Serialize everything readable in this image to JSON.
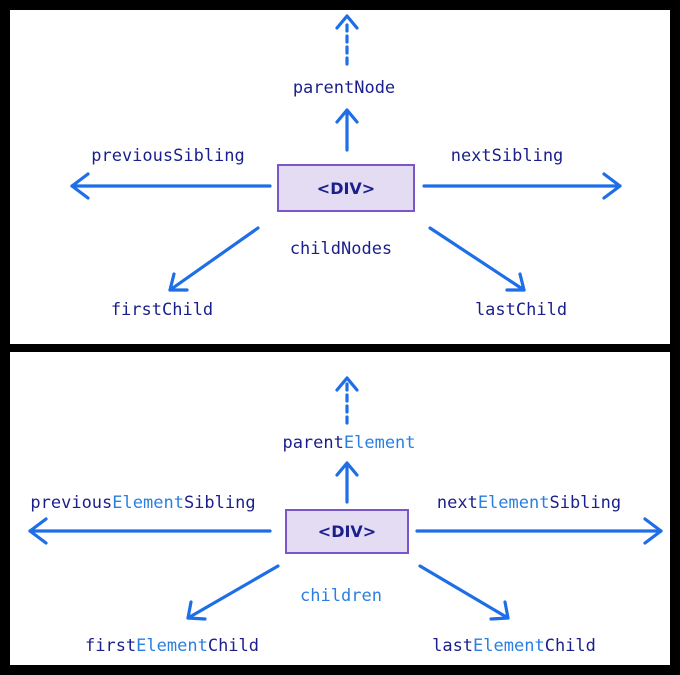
{
  "colors": {
    "background": "#000000",
    "panel": "#ffffff",
    "arrow": "#1e6ee8",
    "label_dark": "#1a1f8c",
    "label_highlight": "#2a7fe0",
    "box_fill": "#e3dcf3",
    "box_border": "#7a56c8"
  },
  "top": {
    "box": "<DIV>",
    "parent": "parentNode",
    "previous": "previousSibling",
    "next": "nextSibling",
    "children": "childNodes",
    "first": "firstChild",
    "last": "lastChild"
  },
  "bottom": {
    "box": "<DIV>",
    "parent": {
      "a": "parent",
      "b": "Element"
    },
    "previous": {
      "a": "previous",
      "b": "Element",
      "c": "Sibling"
    },
    "next": {
      "a": "next",
      "b": "Element",
      "c": "Sibling"
    },
    "children": "children",
    "first": {
      "a": "first",
      "b": "Element",
      "c": "Child"
    },
    "last": {
      "a": "last",
      "b": "Element",
      "c": "Child"
    }
  }
}
